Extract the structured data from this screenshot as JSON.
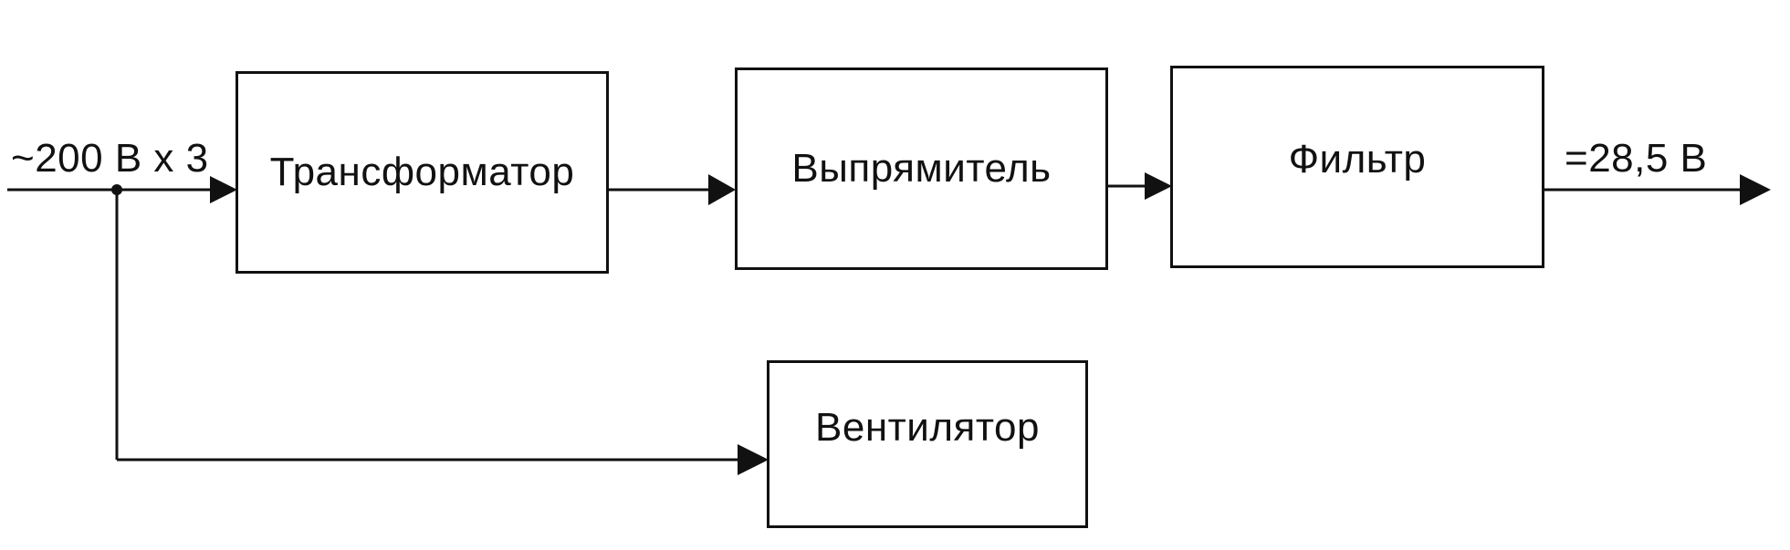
{
  "diagram": {
    "input_label": "~200 В х 3",
    "output_label": "=28,5 В",
    "blocks": {
      "transformer": "Трансформатор",
      "rectifier": "Выпрямитель",
      "filter": "Фильтр",
      "fan": "Вентилятор"
    }
  },
  "colors": {
    "line": "#111111",
    "background": "#ffffff"
  }
}
